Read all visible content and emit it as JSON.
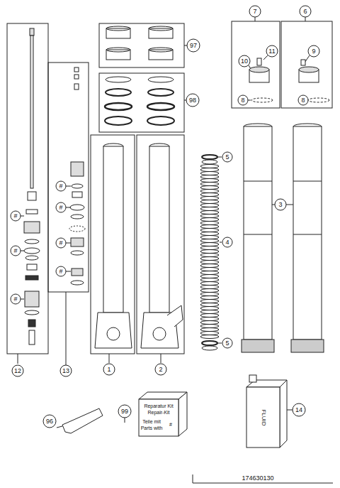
{
  "diagram": {
    "labels": [
      "97",
      "98",
      "7",
      "6",
      "11",
      "10",
      "9",
      "8",
      "8",
      "5",
      "#",
      "#",
      "3",
      "#",
      "4",
      "#",
      "#",
      "#",
      "#",
      "5",
      "2",
      "1",
      "13",
      "12",
      "14",
      "Reparatur Kit",
      "Repair-Kit",
      "Teile mit",
      "Parts with",
      "#",
      "99",
      "96",
      "FLUID",
      "174630130"
    ]
  }
}
